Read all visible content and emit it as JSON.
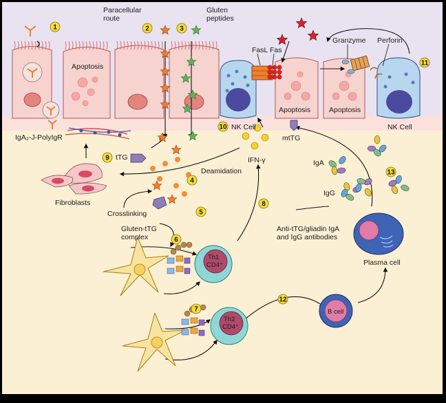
{
  "steps": [
    "1",
    "2",
    "3",
    "4",
    "5",
    "6",
    "7",
    "8",
    "9",
    "10",
    "11",
    "12",
    "13"
  ],
  "labels": {
    "paracellular_route": [
      "Paracellular",
      "route"
    ],
    "gluten_peptides": [
      "Gluten",
      "peptides"
    ],
    "apoptosis": "Apoptosis",
    "fasl": "FasL",
    "fas": "Fas",
    "granzyme": "Granzyme",
    "perforin": "Perforin",
    "nk_cell": "NK Cell",
    "iga_polyigr": "IgA₂-J-PolyIgR",
    "ttg": "tTG",
    "mttg": "mtTG",
    "ifn_gamma": "IFN-γ",
    "deamidation": "Deamidation",
    "fibroblasts": "Fibroblasts",
    "crosslinking": "Crosslinking",
    "gluten_ttg_complex": [
      "Gluten-tTG",
      "complex"
    ],
    "th1": [
      "Th1",
      "CD4⁺"
    ],
    "th2": [
      "Th2",
      "CD4⁺"
    ],
    "b_cell": "B cell",
    "plasma_cell": "Plasma cell",
    "iga": "IgA",
    "igg": "IgG",
    "antibodies": [
      "Anti-tTG/gliadin IgA",
      "and IgG antibodies"
    ]
  },
  "colors": {
    "background": "#fcf0d4",
    "lumen": "#e9e2f0",
    "tissue": "#fbe1dc",
    "epithelium": "#f7d3d0",
    "nucleus": "#e4847f",
    "number_badge": "#f6dc3c",
    "gluten_peptide": "#f07f2f",
    "gluten_green": "#5fb458",
    "th_cell": "#8fd7d6",
    "th_nucleus": "#b04a6d",
    "b_cell": "#3f63b5",
    "nk_cell": "#b8d7ef",
    "dendritic_cell": "#f8e4a0",
    "ifn": "#f4d22a",
    "ttg": "#8e7fb8",
    "red_peptide": "#d7232c"
  }
}
